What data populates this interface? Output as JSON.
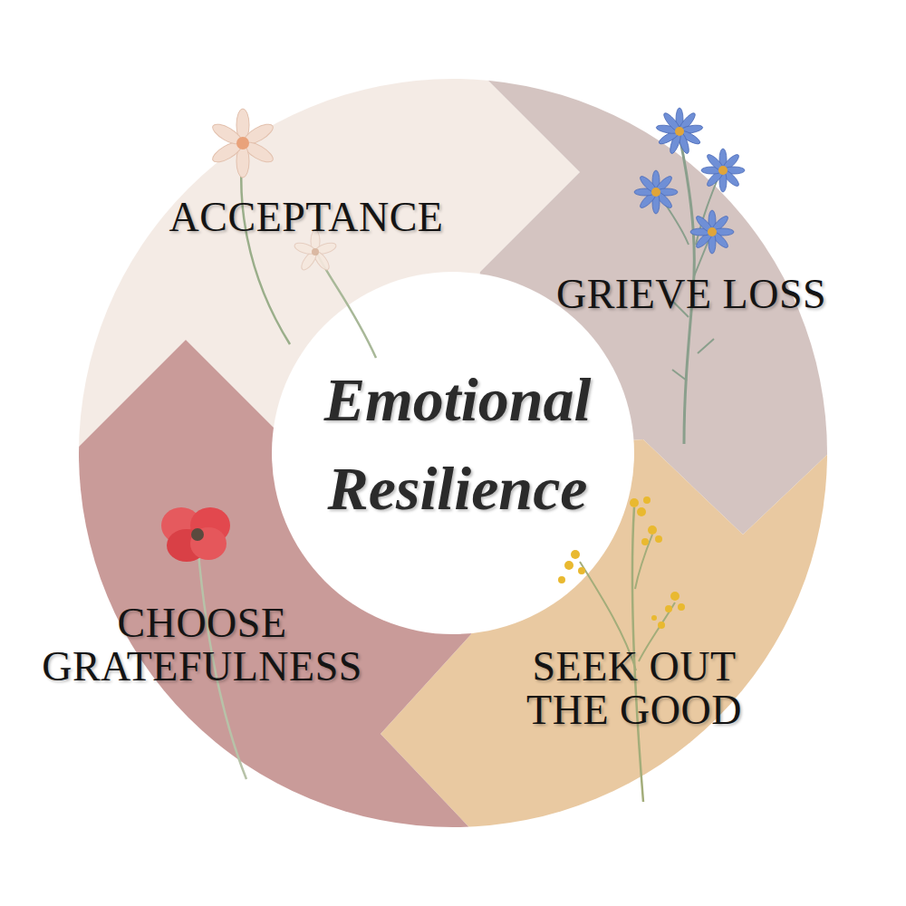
{
  "diagram": {
    "title": "Emotional Resilience",
    "nodes": [
      {
        "text": [
          "ACCEPTANCE"
        ]
      },
      {
        "text": [
          "GRIEVE LOSS"
        ]
      },
      {
        "text": [
          "SEEK OUT THE GOOD"
        ]
      },
      {
        "text": [
          "CHOOSE GRATEFULNESS"
        ]
      }
    ]
  }
}
